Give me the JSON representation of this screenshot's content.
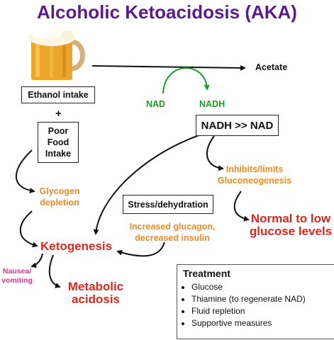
{
  "title": "Alcoholic Ketoacidosis (AKA)",
  "nodes": {
    "ethanol": "Ethanol intake",
    "plus": "+",
    "poor_food_1": "Poor",
    "poor_food_2": "Food",
    "poor_food_3": "Intake",
    "acetate": "Acetate",
    "nad": "NAD",
    "nadh": "NADH",
    "ratio": "NADH >> NAD",
    "inhibits_1": "Inhibits/limits",
    "inhibits_2": "Gluconeogenesis",
    "glycogen_1": "Glycogen",
    "glycogen_2": "depletion",
    "stress": "Stress/dehydration",
    "glucagon_1": "Increased glucagon,",
    "glucagon_2": "decreased insulin",
    "ketogenesis": "Ketogenesis",
    "normal_1": "Normal to low",
    "normal_2": "glucose levels",
    "nausea_1": "Nausea/",
    "nausea_2": "vomiting",
    "acidosis_1": "Metabolic",
    "acidosis_2": "acidosis"
  },
  "treatment": {
    "heading": "Treatment",
    "items": [
      "Glucose",
      "Thiamine (to regenerate NAD)",
      "Fluid repletion",
      "Supportive measures"
    ]
  },
  "colors": {
    "title": "#5b1b8c",
    "orange": "#f08a24",
    "red": "#e0261b",
    "green": "#1f9a28",
    "pink": "#e0329a"
  },
  "icons": [
    "beer-mug-icon"
  ]
}
